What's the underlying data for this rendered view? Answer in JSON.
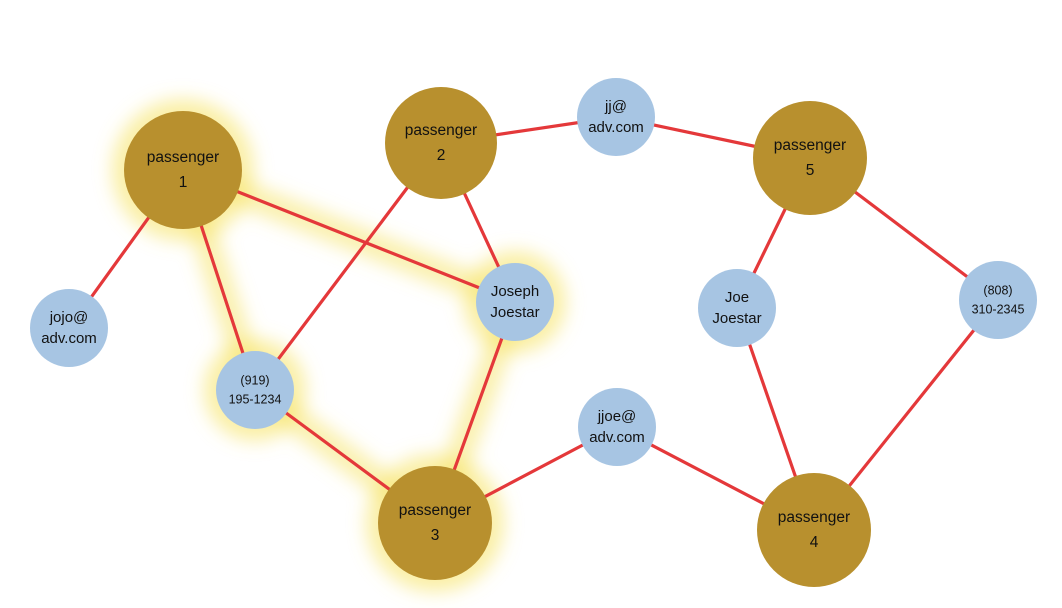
{
  "colors": {
    "passenger_fill": "#b8902e",
    "info_fill": "#a7c5e3",
    "edge": "#e4383a",
    "glow": "#f6e46b"
  },
  "nodes": [
    {
      "id": "p1",
      "kind": "passenger",
      "lines": [
        "passenger",
        "1"
      ],
      "highlighted": true
    },
    {
      "id": "p2",
      "kind": "passenger",
      "lines": [
        "passenger",
        "2"
      ],
      "highlighted": false
    },
    {
      "id": "p3",
      "kind": "passenger",
      "lines": [
        "passenger",
        "3"
      ],
      "highlighted": true
    },
    {
      "id": "p4",
      "kind": "passenger",
      "lines": [
        "passenger",
        "4"
      ],
      "highlighted": false
    },
    {
      "id": "p5",
      "kind": "passenger",
      "lines": [
        "passenger",
        "5"
      ],
      "highlighted": false
    },
    {
      "id": "jojo",
      "kind": "email",
      "lines": [
        "jojo@",
        "adv.com"
      ],
      "highlighted": false
    },
    {
      "id": "jj",
      "kind": "email",
      "lines": [
        "jj@",
        "adv.com"
      ],
      "highlighted": false
    },
    {
      "id": "jjoe",
      "kind": "email",
      "lines": [
        "jjoe@",
        "adv.com"
      ],
      "highlighted": false
    },
    {
      "id": "joseph",
      "kind": "name",
      "lines": [
        "Joseph",
        "Joestar"
      ],
      "highlighted": true
    },
    {
      "id": "joe",
      "kind": "name",
      "lines": [
        "Joe",
        "Joestar"
      ],
      "highlighted": false
    },
    {
      "id": "ph919",
      "kind": "phone",
      "lines": [
        "(919)",
        "195-1234"
      ],
      "highlighted": true
    },
    {
      "id": "ph808",
      "kind": "phone",
      "lines": [
        "(808)",
        "310-2345"
      ],
      "highlighted": false
    }
  ],
  "edges": [
    {
      "from": "p1",
      "to": "jojo",
      "highlighted": false
    },
    {
      "from": "p1",
      "to": "ph919",
      "highlighted": true
    },
    {
      "from": "p1",
      "to": "joseph",
      "highlighted": true
    },
    {
      "from": "p2",
      "to": "ph919",
      "highlighted": false
    },
    {
      "from": "p2",
      "to": "joseph",
      "highlighted": false
    },
    {
      "from": "p2",
      "to": "jj",
      "highlighted": false
    },
    {
      "from": "jj",
      "to": "p5",
      "highlighted": false
    },
    {
      "from": "p3",
      "to": "ph919",
      "highlighted": true
    },
    {
      "from": "p3",
      "to": "joseph",
      "highlighted": true
    },
    {
      "from": "p3",
      "to": "jjoe",
      "highlighted": false
    },
    {
      "from": "jjoe",
      "to": "p4",
      "highlighted": false
    },
    {
      "from": "p5",
      "to": "joe",
      "highlighted": false
    },
    {
      "from": "p5",
      "to": "ph808",
      "highlighted": false
    },
    {
      "from": "joe",
      "to": "p4",
      "highlighted": false
    },
    {
      "from": "ph808",
      "to": "p4",
      "highlighted": false
    }
  ]
}
